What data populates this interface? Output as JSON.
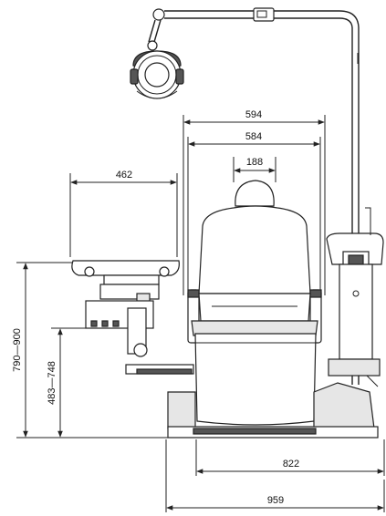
{
  "dimensions": {
    "top_outer_width": "594",
    "top_inner_width": "584",
    "headrest_width": "188",
    "tray_width": "462",
    "height_range_outer": "790—900",
    "height_range_inner": "483—748",
    "base_depth": "822",
    "overall_depth": "959"
  },
  "colors": {
    "line": "#222222",
    "background": "#ffffff"
  },
  "icons": [
    "operating-lamp-icon",
    "dental-chair-icon",
    "instrument-tray-icon",
    "spittoon-unit-icon"
  ]
}
